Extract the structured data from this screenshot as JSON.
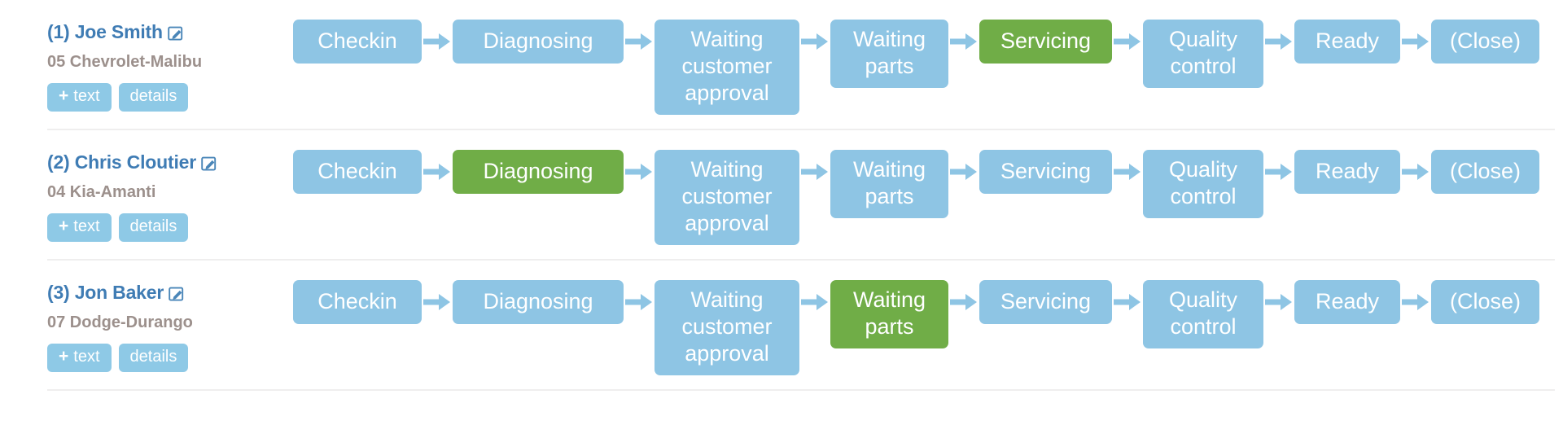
{
  "theme": {
    "stage_blue": "#8ec5e4",
    "stage_green": "#70ad47",
    "name_link_blue": "#3f7cb4",
    "vehicle_gray": "#9c908c",
    "button_blue": "#8ec9e6",
    "separator_gray": "#efeeee",
    "stage_text": "#ffffff"
  },
  "buttons": {
    "add_text_label": "text",
    "add_text_plus": "+",
    "details_label": "details"
  },
  "icons": {
    "edit": "edit-pencil-icon",
    "arrow": "arrow-right-icon",
    "plus": "plus-icon"
  },
  "stages": [
    {
      "key": "checkin",
      "label": "Checkin",
      "width_class": "w-checkin"
    },
    {
      "key": "diagnosing",
      "label": "Diagnosing",
      "width_class": "w-diag"
    },
    {
      "key": "waiting_customer_approval",
      "label": "Waiting\ncustomer\napproval",
      "width_class": "w-wca"
    },
    {
      "key": "waiting_parts",
      "label": "Waiting\nparts",
      "width_class": "w-wparts"
    },
    {
      "key": "servicing",
      "label": "Servicing",
      "width_class": "w-serv"
    },
    {
      "key": "quality_control",
      "label": "Quality\ncontrol",
      "width_class": "w-qc"
    },
    {
      "key": "ready",
      "label": "Ready",
      "width_class": "w-ready"
    },
    {
      "key": "close",
      "label": "(Close)",
      "width_class": "w-close"
    }
  ],
  "rows": [
    {
      "index_label": "(1)",
      "customer": "(1) Joe Smith",
      "vehicle": "05 Chevrolet-Malibu",
      "active_stage": "servicing",
      "active_stage_label": "Servicing"
    },
    {
      "index_label": "(2)",
      "customer": "(2) Chris Cloutier",
      "vehicle": "04 Kia-Amanti",
      "active_stage": "diagnosing",
      "active_stage_label": "Diagnosing"
    },
    {
      "index_label": "(3)",
      "customer": "(3) Jon Baker",
      "vehicle": "07 Dodge-Durango",
      "active_stage": "waiting_parts",
      "active_stage_label": "Waiting parts"
    }
  ]
}
